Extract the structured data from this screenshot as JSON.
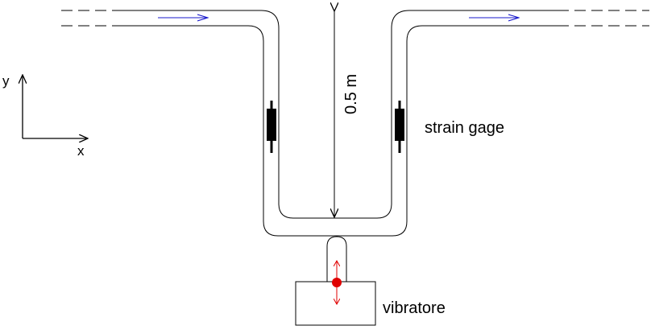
{
  "labels": {
    "y_axis": "y",
    "x_axis": "x",
    "dimension": "0.5 m",
    "strain_gage": "strain gage",
    "vibrator": "vibratore"
  },
  "colors": {
    "line": "#000000",
    "flow_arrow": "#1a1acc",
    "vibration": "#e00000"
  },
  "icons": [
    "flow-arrow-icon",
    "vibration-arrow-icon",
    "axis-arrow-icon"
  ]
}
